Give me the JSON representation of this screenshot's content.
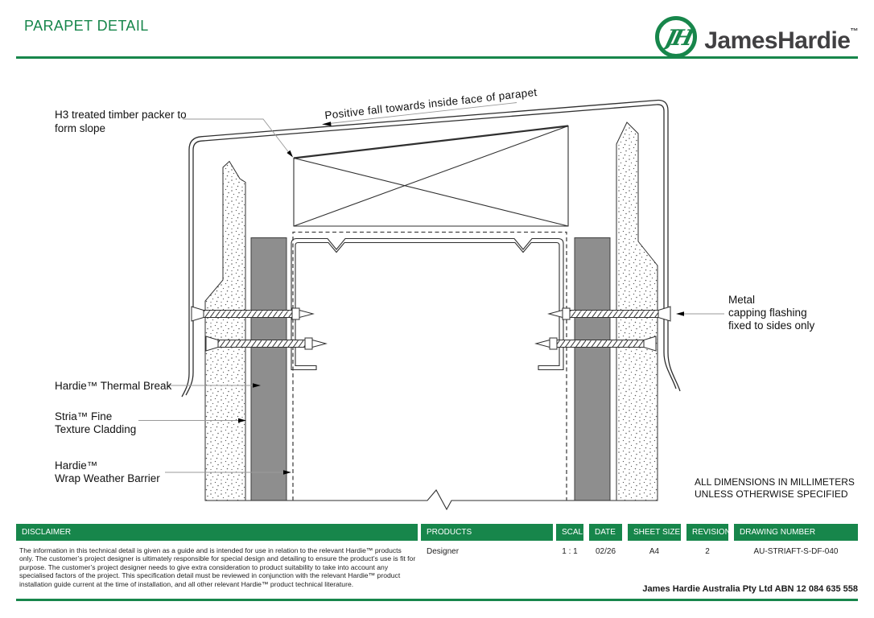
{
  "header": {
    "title": "PARAPET DETAIL",
    "logo": {
      "monogram": "JH",
      "wordmark": "JamesHardie",
      "trademark": "™"
    }
  },
  "drawing": {
    "labels": {
      "packer_line1": "H3 treated timber packer to",
      "packer_line2": "form slope",
      "fall_note": "Positive fall towards inside face of parapet",
      "capping_line1": "Metal",
      "capping_line2": "capping flashing",
      "capping_line3": "fixed to sides only",
      "thermal_break": "Hardie™ Thermal Break",
      "cladding_line1": "Stria™ Fine",
      "cladding_line2": "Texture Cladding",
      "wrap_line1": "Hardie™",
      "wrap_line2": "Wrap Weather Barrier",
      "dims_line1": "ALL DIMENSIONS IN MILLIMETERS",
      "dims_line2": "UNLESS OTHERWISE SPECIFIED"
    }
  },
  "spec_table": {
    "headers": {
      "disclaimer": "DISCLAIMER",
      "products": "PRODUCTS",
      "scale": "SCALE",
      "date": "DATE",
      "sheet_size": "SHEET SIZE",
      "revision": "REVISION",
      "drawing_number": "DRAWING NUMBER"
    },
    "values": {
      "products": "Designer",
      "scale": "1 : 1",
      "date": "02/26",
      "sheet_size": "A4",
      "revision": "2",
      "drawing_number": "AU-STRIAFT-S-DF-040"
    },
    "disclaimer_text": "The information in this technical detail is given as a guide and is intended for use in relation to the relevant Hardie™ products only. The customer’s project designer is ultimately responsible for special design and detailing to ensure the product’s use is fit for purpose. The customer’s project designer needs to give extra consideration to product suitability to take into account any specialised factors of the project. This specification detail must be reviewed in conjunction with the relevant Hardie™ product installation guide current at the time of installation, and all other relevant Hardie™ product technical literature."
  },
  "footer": {
    "company_abn": "James Hardie Australia Pty Ltd ABN 12 084 635 558"
  },
  "colors": {
    "brand_green": "#17864B",
    "wordmark_gray": "#414042",
    "thermal_break_gray": "#8E8E8E"
  }
}
